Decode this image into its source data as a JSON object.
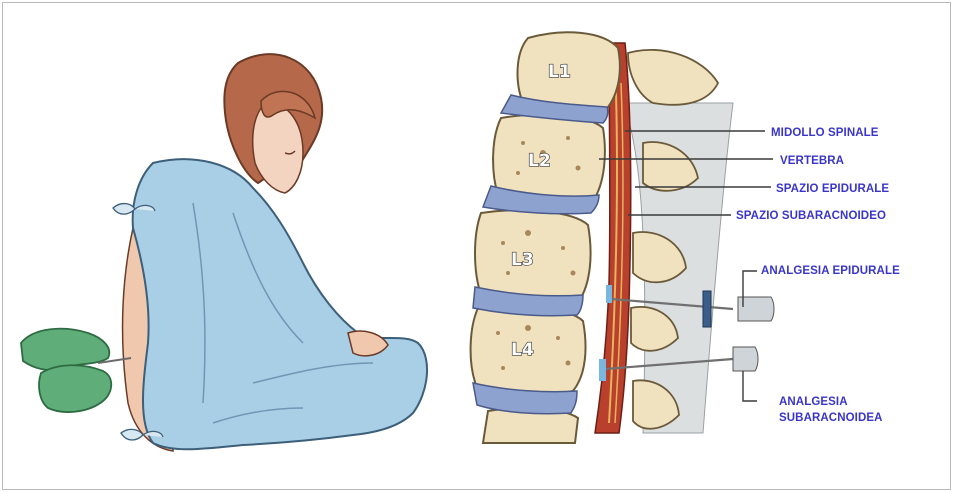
{
  "vertebra_labels": {
    "l1": "L1",
    "l2": "L2",
    "l3": "L3",
    "l4": "L4"
  },
  "labels": {
    "spinal_cord": "MIDOLLO SPINALE",
    "vertebra": "VERTEBRA",
    "epidural_space": "SPAZIO EPIDURALE",
    "subarachnoid_space": "SPAZIO SUBARACNOIDEO",
    "epidural_analgesia": "ANALGESIA EPIDURALE",
    "subarachnoid_analgesia_line1": "ANALGESIA",
    "subarachnoid_analgesia_line2": "SUBARACNOIDEA"
  },
  "colors": {
    "label_text": "#3a35c9",
    "gown": "#a9cfe6",
    "glove": "#5fae7a",
    "bone": "#f1e2bf",
    "disc": "#8da2cf",
    "cord": "#b8402c"
  }
}
